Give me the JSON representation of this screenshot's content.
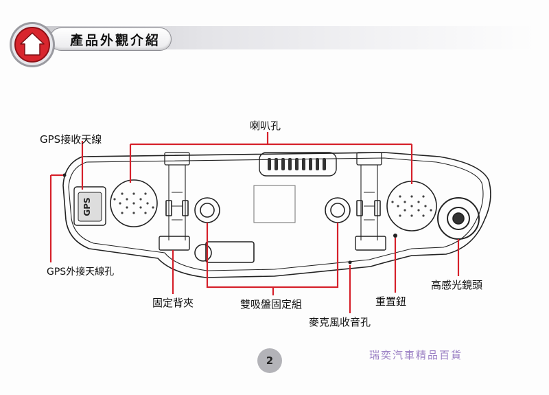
{
  "header": {
    "title": "產品外觀介紹"
  },
  "labels": {
    "gps_antenna": "GPS接收天線",
    "gps_external_port": "GPS外接天線孔",
    "speaker_hole": "喇叭孔",
    "rear_clip": "固定背夾",
    "dual_suction": "雙吸盤固定組",
    "microphone": "麥克風收音孔",
    "reset_button": "重置鈕",
    "camera_lens": "高感光鏡頭"
  },
  "device": {
    "gps_chip_text": "GPS"
  },
  "footer": {
    "page_number": "2",
    "store_name": "瑞奕汽車精品百貨"
  },
  "colors": {
    "callout_red": "#d6202a",
    "home_badge_red": "#d8262e",
    "stamp_purple": "#9a7fc4"
  },
  "icons": {
    "header_badge": "home-icon"
  }
}
